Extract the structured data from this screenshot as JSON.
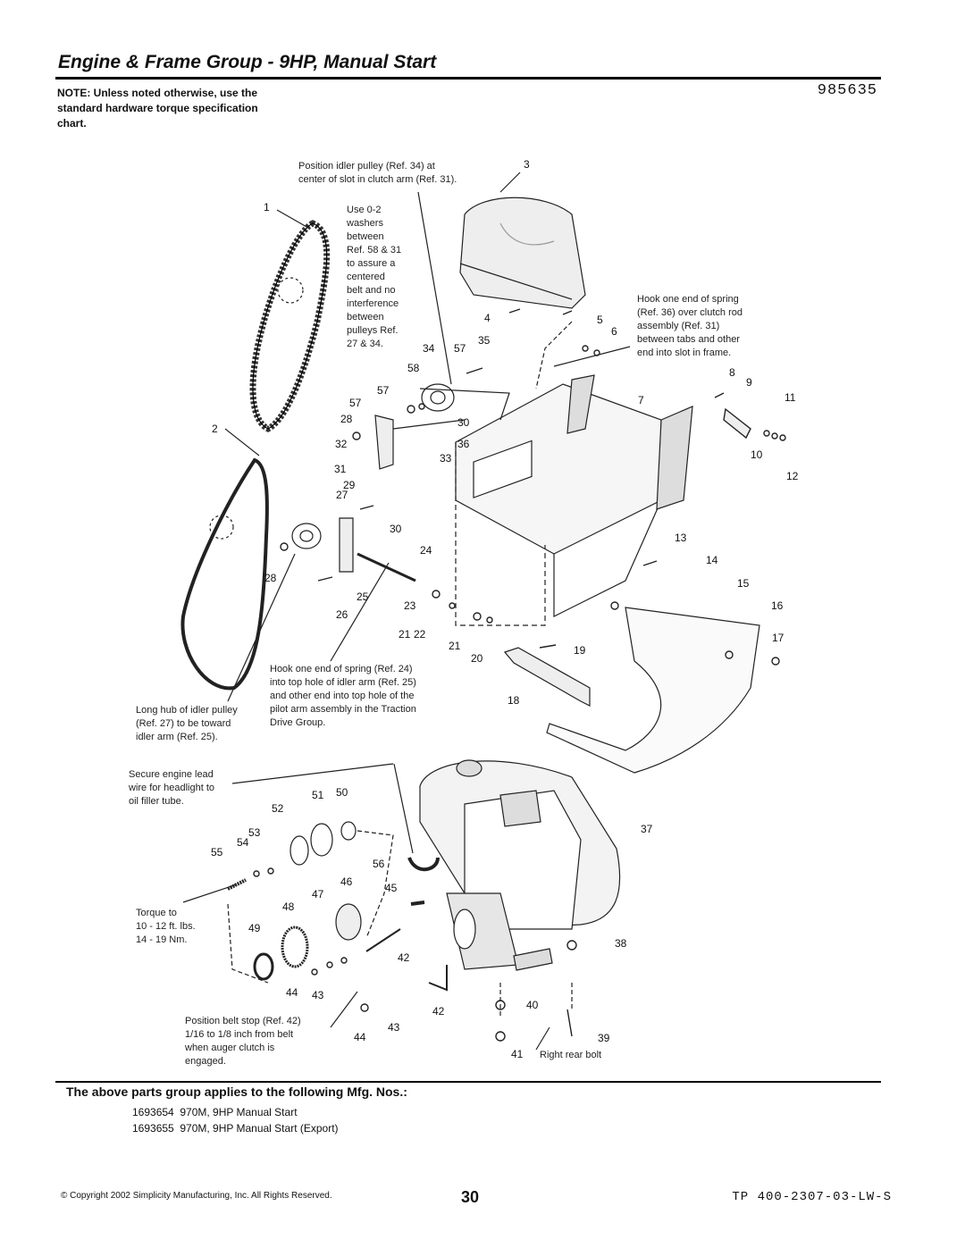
{
  "header": {
    "title": "Engine & Frame Group - 9HP, Manual Start",
    "doc_number": "985635"
  },
  "note": "NOTE: Unless noted otherwise, use the standard hardware torque specification chart.",
  "callouts": {
    "idler_position": [
      "Position idler pulley (Ref. 34) at",
      "center of slot in clutch arm (Ref. 31)."
    ],
    "washers": [
      "Use 0-2",
      "washers",
      "between",
      "Ref. 58 & 31",
      "to assure a",
      "centered",
      "belt and no",
      "interference",
      "between",
      "pulleys Ref.",
      "27 & 34."
    ],
    "hook_spring_36": [
      "Hook one end of spring",
      "(Ref. 36) over clutch rod",
      "assembly (Ref. 31)",
      "between tabs and other",
      "end into slot in frame."
    ],
    "hook_spring_24": [
      "Hook one end of spring (Ref. 24)",
      "into top hole of idler arm (Ref. 25)",
      "and other end into top hole of the",
      "pilot arm assembly in the Traction",
      "Drive Group."
    ],
    "long_hub": [
      "Long hub of idler pulley",
      "(Ref. 27) to be toward",
      "idler arm (Ref. 25)."
    ],
    "engine_lead": [
      "Secure engine lead",
      "wire for headlight to",
      "oil filler tube."
    ],
    "torque": [
      "Torque to",
      "10 - 12 ft. lbs.",
      "14 - 19 Nm."
    ],
    "belt_stop": [
      "Position belt stop (Ref. 42)",
      "1/16 to 1/8 inch from belt",
      "when auger clutch is",
      "engaged."
    ],
    "right_rear_bolt": "Right rear bolt"
  },
  "ref_numbers": [
    "1",
    "2",
    "3",
    "4",
    "5",
    "6",
    "7",
    "8",
    "9",
    "10",
    "11",
    "12",
    "13",
    "14",
    "15",
    "16",
    "17",
    "18",
    "19",
    "20",
    "21",
    "22",
    "23",
    "24",
    "25",
    "26",
    "27",
    "28",
    "29",
    "30",
    "31",
    "32",
    "33",
    "34",
    "35",
    "36",
    "37",
    "38",
    "39",
    "40",
    "41",
    "42",
    "43",
    "44",
    "45",
    "46",
    "47",
    "48",
    "49",
    "50",
    "51",
    "52",
    "53",
    "54",
    "55",
    "56",
    "57",
    "58"
  ],
  "applies": {
    "heading": "The above parts group applies to the following Mfg. Nos.:",
    "items": [
      {
        "number": "1693654",
        "desc": "970M, 9HP Manual Start"
      },
      {
        "number": "1693655",
        "desc": "970M, 9HP Manual Start (Export)"
      }
    ]
  },
  "footer": {
    "copyright": "© Copyright 2002 Simplicity Manufacturing, Inc. All Rights Reserved.",
    "page": "30",
    "tp": "TP 400-2307-03-LW-S"
  }
}
